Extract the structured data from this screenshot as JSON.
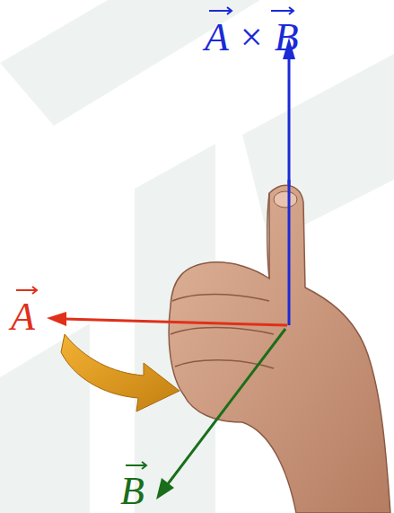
{
  "diagram": {
    "labels": [
      "A × B",
      "A",
      "B"
    ]
  }
}
